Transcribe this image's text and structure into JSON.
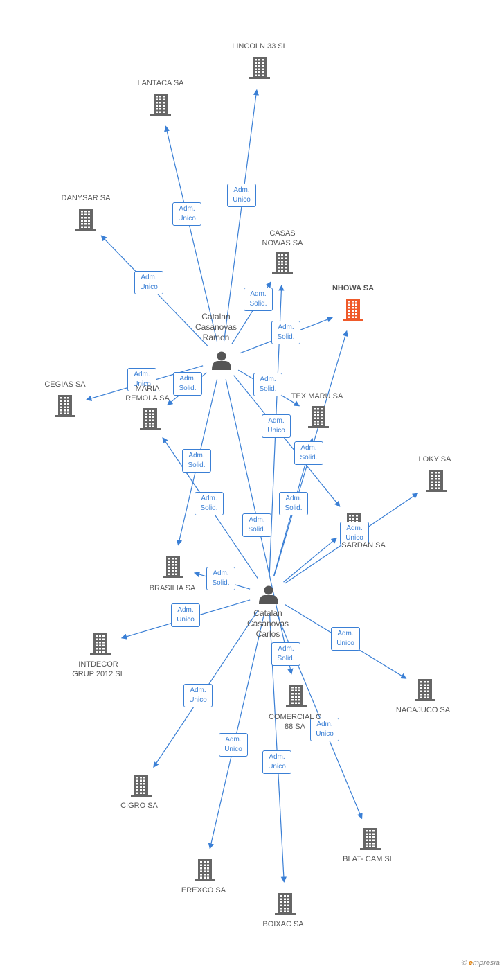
{
  "persons": [
    {
      "id": "ramon",
      "name": [
        "Catalan",
        "Casanovas",
        "Ramon"
      ]
    },
    {
      "id": "carlos",
      "name": [
        "Catalan",
        "Casanovas",
        "Carlos"
      ]
    }
  ],
  "companies": [
    {
      "id": "lincoln",
      "lines": [
        "LINCOLN 33 SL"
      ]
    },
    {
      "id": "lantaca",
      "lines": [
        "LANTACA SA"
      ]
    },
    {
      "id": "danysar",
      "lines": [
        "DANYSAR SA"
      ]
    },
    {
      "id": "casas",
      "lines": [
        "CASAS",
        "NOWAS SA"
      ]
    },
    {
      "id": "nhowa",
      "lines": [
        "NHOWA SA"
      ],
      "focus": true
    },
    {
      "id": "cegias",
      "lines": [
        "CEGIAS SA"
      ]
    },
    {
      "id": "remola",
      "lines": [
        "MARIA",
        "REMOLA SA"
      ]
    },
    {
      "id": "texmaru",
      "lines": [
        "TEX MARU SA"
      ]
    },
    {
      "id": "loky",
      "lines": [
        "LOKY SA"
      ]
    },
    {
      "id": "sardan",
      "lines": [
        "SARDAN SA"
      ]
    },
    {
      "id": "brasilia",
      "lines": [
        "BRASILIA SA"
      ]
    },
    {
      "id": "intdecor",
      "lines": [
        "INTDECOR",
        "GRUP 2012 SL"
      ]
    },
    {
      "id": "nacajuco",
      "lines": [
        "NACAJUCO SA"
      ]
    },
    {
      "id": "comercial",
      "lines": [
        "COMERCIAL C",
        "88 SA"
      ]
    },
    {
      "id": "cigro",
      "lines": [
        "CIGRO SA"
      ]
    },
    {
      "id": "blatcam",
      "lines": [
        "BLAT- CAM SL"
      ]
    },
    {
      "id": "erexco",
      "lines": [
        "EREXCO SA"
      ]
    },
    {
      "id": "boixac",
      "lines": [
        "BOIXAC SA"
      ]
    }
  ],
  "relations": [
    {
      "from": "ramon",
      "to": "lincoln",
      "label": [
        "Adm.",
        "Unico"
      ]
    },
    {
      "from": "ramon",
      "to": "lantaca",
      "label": [
        "Adm.",
        "Unico"
      ]
    },
    {
      "from": "ramon",
      "to": "danysar",
      "label": [
        "Adm.",
        "Unico"
      ]
    },
    {
      "from": "ramon",
      "to": "casas",
      "label": [
        "Adm.",
        "Solid."
      ]
    },
    {
      "from": "ramon",
      "to": "nhowa",
      "label": [
        "Adm.",
        "Solid."
      ]
    },
    {
      "from": "ramon",
      "to": "cegias",
      "label": [
        "Adm.",
        "Unico"
      ]
    },
    {
      "from": "ramon",
      "to": "texmaru",
      "label": [
        "Adm.",
        "Solid."
      ]
    },
    {
      "from": "ramon",
      "to": "brasilia",
      "label": [
        "Adm.",
        "Solid."
      ]
    },
    {
      "from": "ramon",
      "to": "sardan",
      "label": [
        "Adm.",
        "Solid."
      ]
    },
    {
      "from": "ramon",
      "to": "comercial",
      "label": [
        "Adm.",
        "Solid."
      ]
    },
    {
      "from": "ramon",
      "to": "remola",
      "label": [
        "Adm.",
        "Solid."
      ]
    },
    {
      "from": "carlos",
      "to": "casas",
      "label": [
        "Adm.",
        "Solid."
      ]
    },
    {
      "from": "carlos",
      "to": "nhowa",
      "label": [
        "Adm.",
        "Solid."
      ]
    },
    {
      "from": "carlos",
      "to": "texmaru",
      "label": [
        "Adm.",
        "Unico"
      ]
    },
    {
      "from": "carlos",
      "to": "remola",
      "label": [
        "Adm.",
        "Solid."
      ]
    },
    {
      "from": "carlos",
      "to": "loky",
      "label": [
        "Adm.",
        "Unico"
      ]
    },
    {
      "from": "carlos",
      "to": "brasilia",
      "label": [
        "Adm.",
        "Solid."
      ]
    },
    {
      "from": "carlos",
      "to": "intdecor",
      "label": [
        "Adm.",
        "Unico"
      ]
    },
    {
      "from": "carlos",
      "to": "nacajuco",
      "label": [
        "Adm.",
        "Unico"
      ]
    },
    {
      "from": "carlos",
      "to": "cigro",
      "label": [
        "Adm.",
        "Unico"
      ]
    },
    {
      "from": "carlos",
      "to": "blatcam",
      "label": [
        "Adm.",
        "Unico"
      ]
    },
    {
      "from": "carlos",
      "to": "erexco",
      "label": [
        "Adm.",
        "Unico"
      ]
    },
    {
      "from": "carlos",
      "to": "boixac",
      "label": [
        "Adm.",
        "Unico"
      ]
    },
    {
      "from": "carlos",
      "to": "sardan",
      "label": [
        "Adm.",
        "Solid."
      ]
    }
  ],
  "colors": {
    "edge": "#3a7fd5",
    "building": "#666666",
    "focus": "#ef5a2a",
    "person": "#555555"
  },
  "footer": {
    "copyright": "©",
    "brand_initial": "e",
    "brand_rest": "mpresia"
  }
}
